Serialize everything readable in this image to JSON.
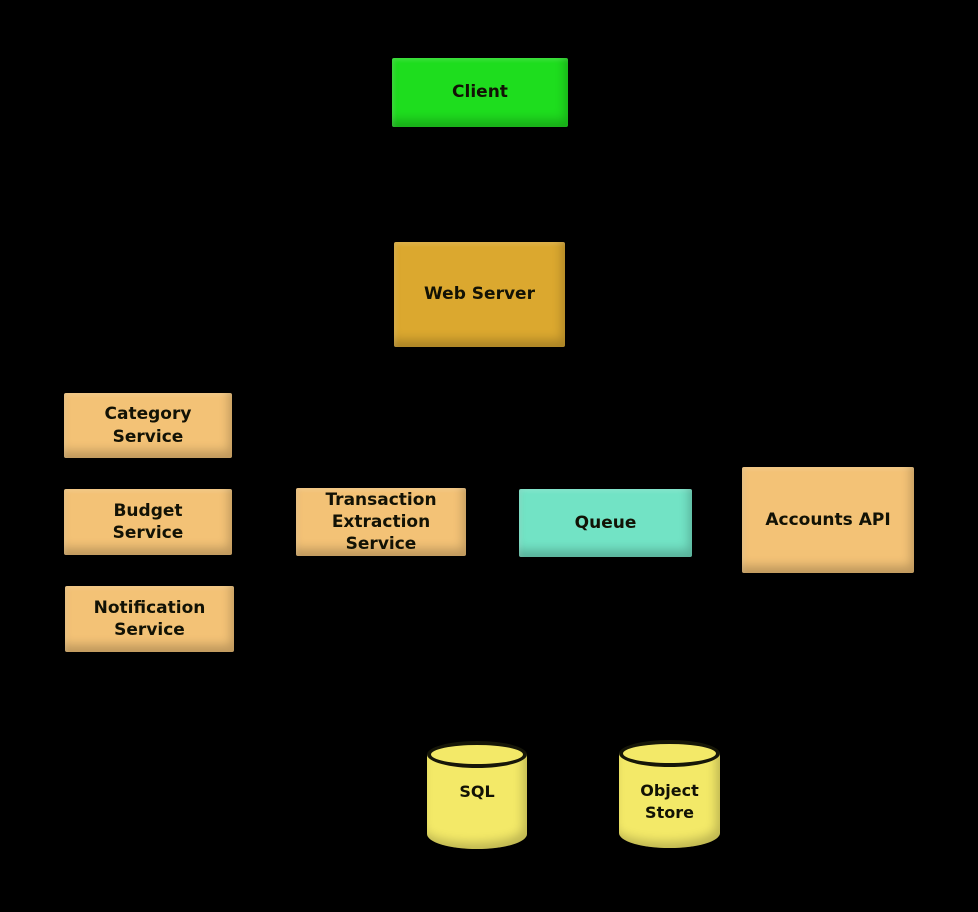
{
  "diagram": {
    "background_color": "#000000",
    "text_color": "#121205",
    "nodes": {
      "client": {
        "label": "Client",
        "type": "box",
        "color": "#1edd1e"
      },
      "web_server": {
        "label": "Web Server",
        "type": "box",
        "color": "#dba82f"
      },
      "category_service": {
        "label": "Category\nService",
        "type": "box",
        "color": "#f3c276"
      },
      "budget_service": {
        "label": "Budget\nService",
        "type": "box",
        "color": "#f3c276"
      },
      "notification_service": {
        "label": "Notification\nService",
        "type": "box",
        "color": "#f3c276"
      },
      "transaction_extraction_service": {
        "label": "Transaction\nExtraction\nService",
        "type": "box",
        "color": "#f3c276"
      },
      "queue": {
        "label": "Queue",
        "type": "box",
        "color": "#72e3c5"
      },
      "accounts_api": {
        "label": "Accounts API",
        "type": "box",
        "color": "#f3c276"
      },
      "sql": {
        "label": "SQL",
        "type": "cylinder",
        "color": "#f3e968"
      },
      "object_store": {
        "label": "Object\nStore",
        "type": "cylinder",
        "color": "#f3e968"
      }
    }
  }
}
